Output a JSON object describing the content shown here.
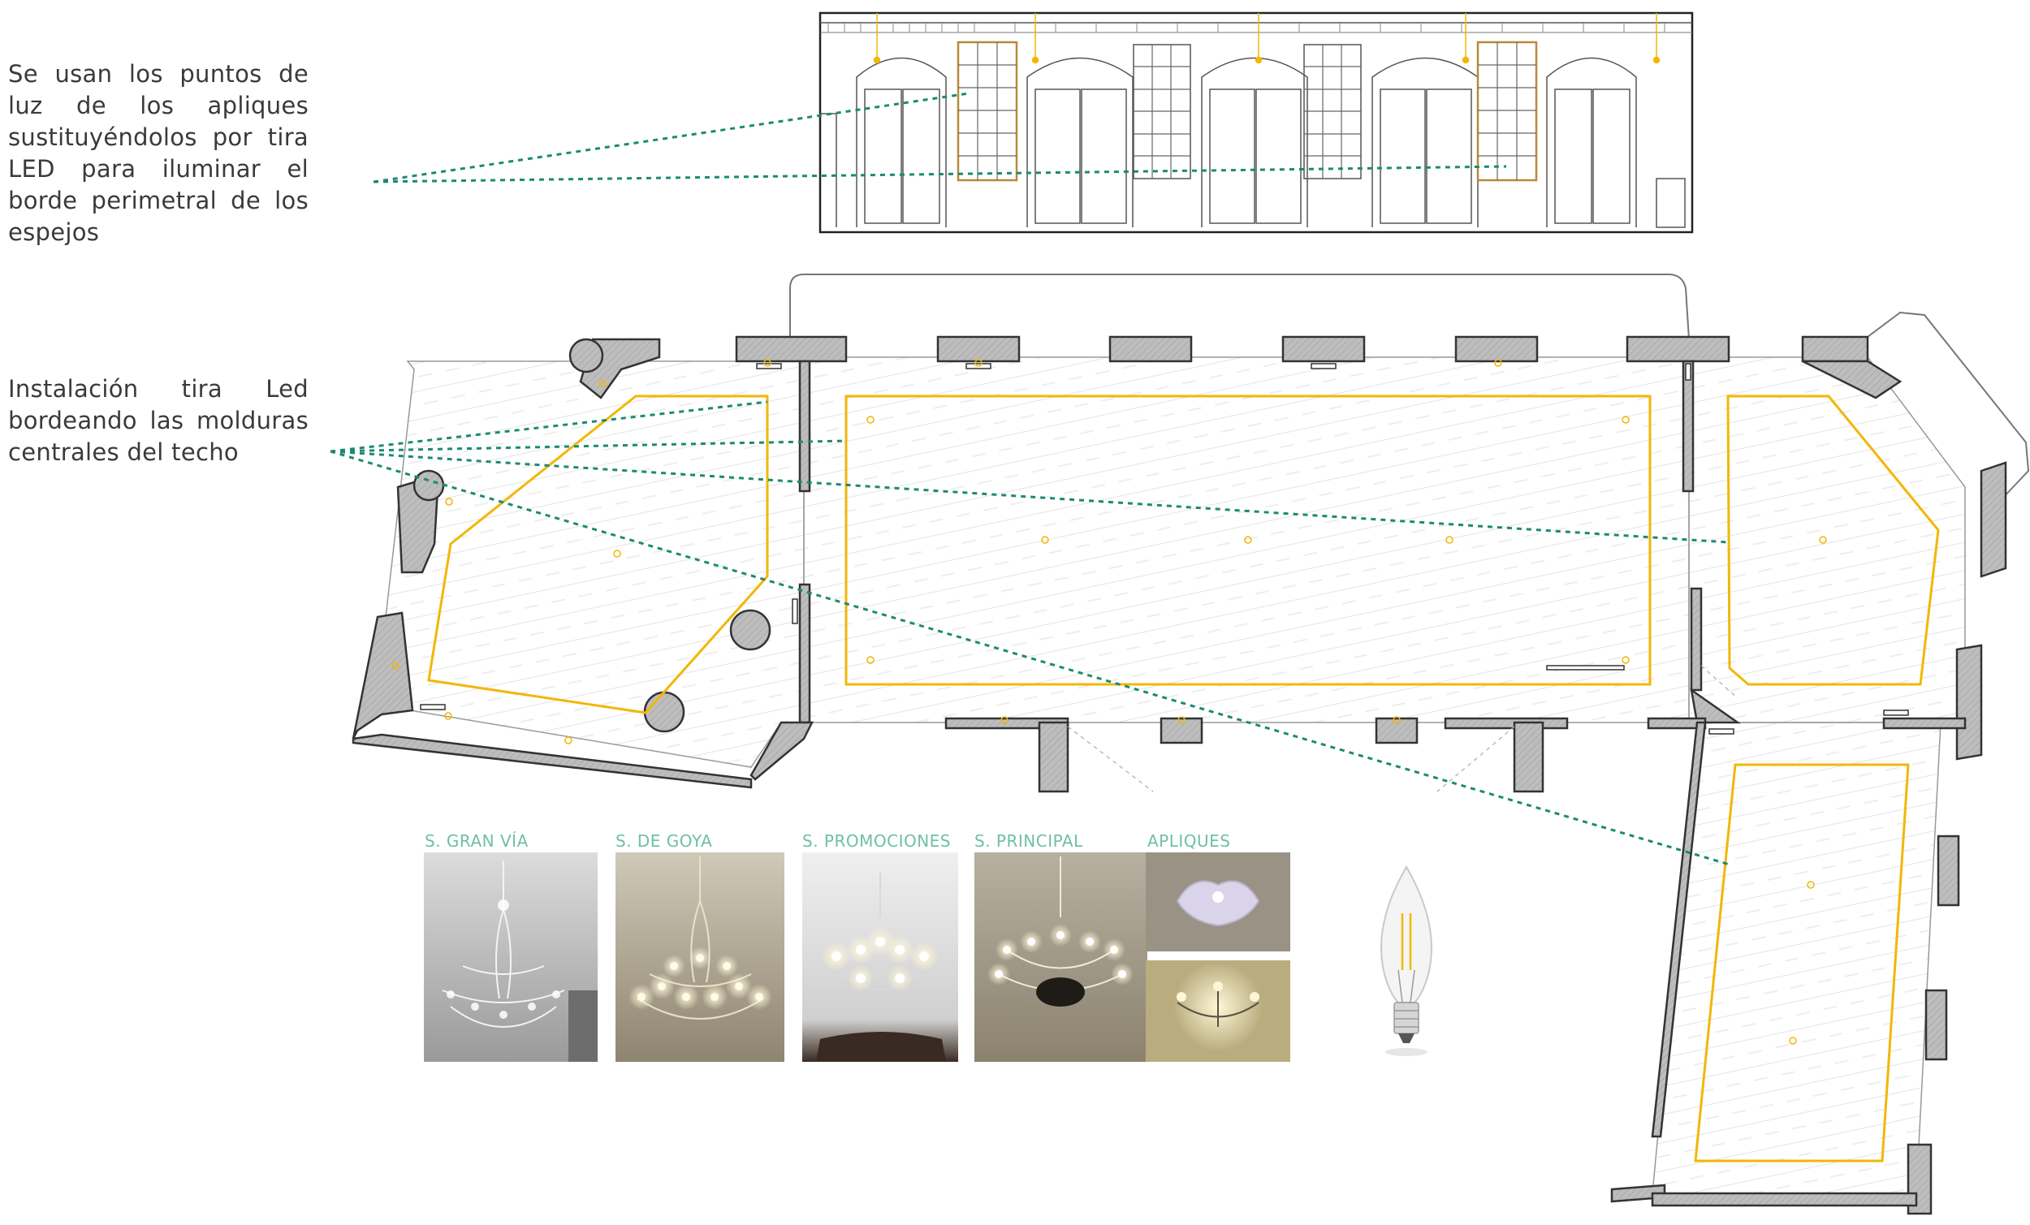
{
  "annotations": {
    "note_mirrors": "Se usan los puntos de luz de los apliques sustituyéndolos por tira LED para iluminar el borde perimetral de los espejos",
    "note_ceiling": "Instalación tira Led bordeando las molduras centrales del techo"
  },
  "gallery": {
    "labels": [
      "S. GRAN VÍA",
      "S. DE GOYA",
      "S. PROMOCIONES",
      "S. PRINCIPAL",
      "APLIQUES"
    ]
  },
  "colors": {
    "led_strip": "#f2b705",
    "leader_line": "#1b8a74",
    "wall_fill": "#bdbdbd",
    "wall_stroke": "#333333",
    "label_text": "#6fbfa8",
    "floor_hatch": "#e4e4e4"
  },
  "icons": [
    "chandelier-photo",
    "wall-sconce-photo",
    "led-filament-bulb"
  ]
}
